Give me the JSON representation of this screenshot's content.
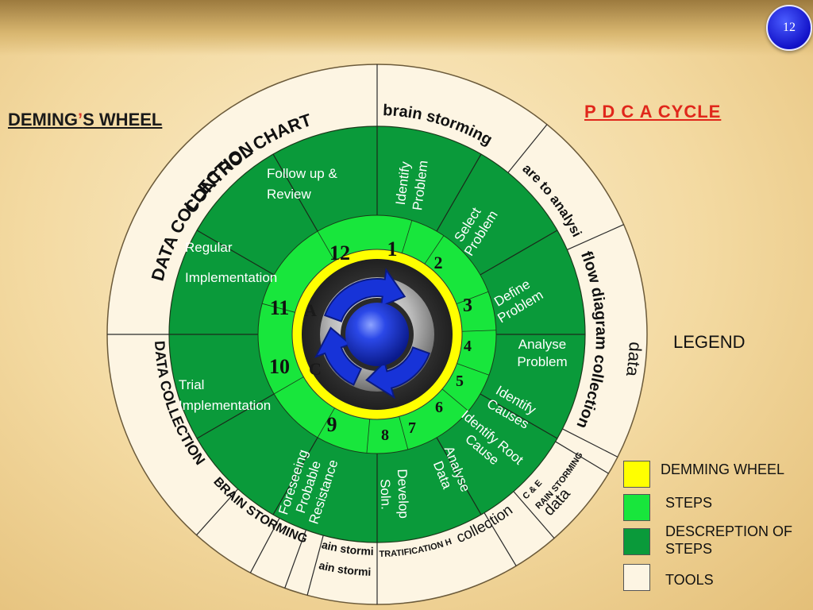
{
  "page_number": "12",
  "title_left": {
    "part1": "DEMING",
    "apostrophe": "’",
    "part2": "S WHEEL"
  },
  "title_right": "P D C A  CYCLE",
  "legend": {
    "title": "LEGEND",
    "items": [
      {
        "label": "DEMMING WHEEL",
        "color": "#ffff00"
      },
      {
        "label": "STEPS",
        "color": "#18e63c"
      },
      {
        "label": "DESCREPTION OF STEPS",
        "color": "#0a9a3a"
      },
      {
        "label": "TOOLS",
        "color": "#fdf5e3"
      }
    ]
  },
  "colors": {
    "outer_ring": "#fdf5e3",
    "description_ring": "#0a9a3a",
    "steps_ring": "#18e63c",
    "wheel_core": "#ffff00",
    "center_arrow_blue": "#1733d8",
    "center_ball": "#1d3ad4"
  },
  "wheel": {
    "steps": [
      {
        "number": "1",
        "description": [
          "Identify",
          "Problem"
        ]
      },
      {
        "number": "2",
        "description": [
          "Select",
          "Problem"
        ]
      },
      {
        "number": "3",
        "description": [
          "Define",
          "Problem"
        ]
      },
      {
        "number": "4",
        "description": [
          "Analyse",
          "Problem"
        ]
      },
      {
        "number": "5",
        "description": [
          "Identify",
          "Causes"
        ]
      },
      {
        "number": "6",
        "description": [
          "Identify Root",
          "Cause"
        ]
      },
      {
        "number": "7",
        "description": [
          "Analyse",
          "Data"
        ]
      },
      {
        "number": "8",
        "description": [
          "Develop",
          "Soln."
        ]
      },
      {
        "number": "9",
        "description": [
          "Foreseeing",
          "Probable",
          "Resistance"
        ]
      },
      {
        "number": "10",
        "description": [
          "Trial",
          "Implementation"
        ]
      },
      {
        "number": "11",
        "description": [
          "Regular",
          "Implementation"
        ]
      },
      {
        "number": "12",
        "description": [
          "Follow up &",
          "Review"
        ]
      }
    ],
    "center_letters": [
      "A",
      "C"
    ],
    "tools": [
      "CONTROL CHART",
      "brain storming",
      "pare to analysis",
      "flow diagram collection",
      "data",
      "data",
      "BRAIN STORMING",
      "C & E",
      "collection",
      "data",
      "GRAPHS, STRATIFICATION HISTOGRAM",
      "brain storming",
      "BRAIN STORMING",
      "DATA COLLECTION",
      "DATA COLLECTION"
    ]
  }
}
